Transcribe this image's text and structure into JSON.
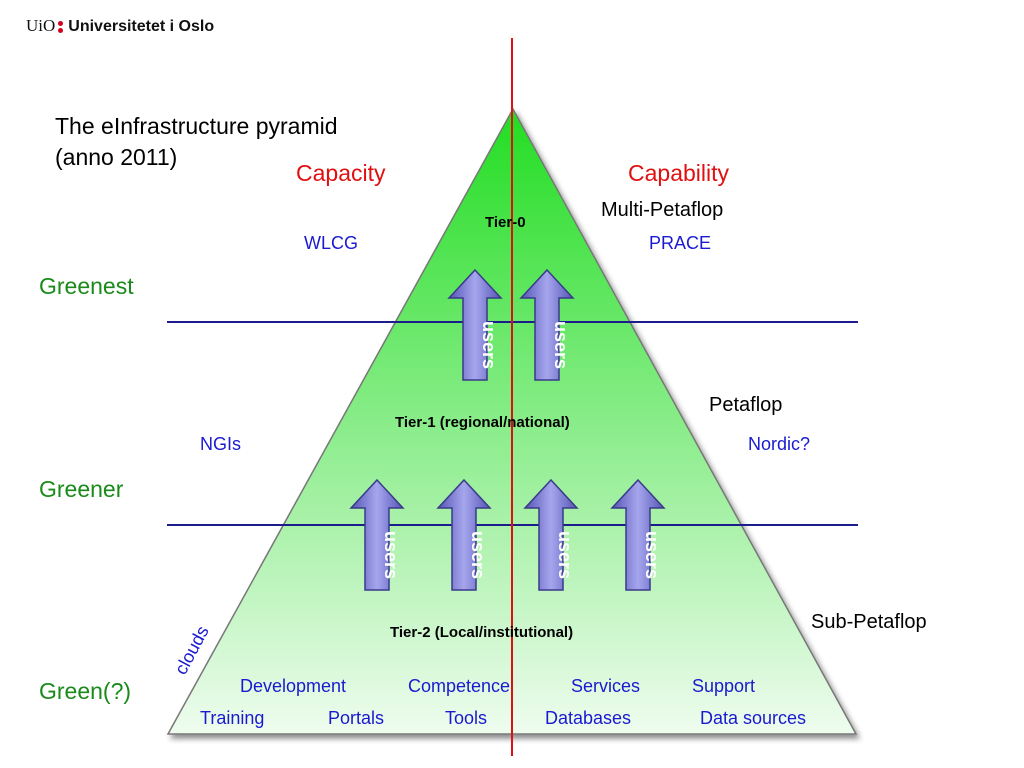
{
  "logo": {
    "uio": "UiO",
    "name": "Universitetet i Oslo"
  },
  "title_line1": "The eInfrastructure pyramid",
  "title_line2": "(anno 2011)",
  "headers": {
    "capacity": "Capacity",
    "capability": "Capability"
  },
  "levels": {
    "greenest": "Greenest",
    "greener": "Greener",
    "green": "Green(?)"
  },
  "tiers": {
    "tier0": "Tier-0",
    "tier1": "Tier-1 (regional/national)",
    "tier2": "Tier-2 (Local/institutional)"
  },
  "left_labels": {
    "wlcg": "WLCG",
    "ngis": "NGIs",
    "clouds": "clouds"
  },
  "right_labels": {
    "multi_petaflop": "Multi-Petaflop",
    "prace": "PRACE",
    "petaflop": "Petaflop",
    "nordic": "Nordic?",
    "sub_petaflop": "Sub-Petaflop"
  },
  "base_row1": [
    "Development",
    "Competence",
    "Services",
    "Support"
  ],
  "base_row2": [
    "Training",
    "Portals",
    "Tools",
    "Databases",
    "Data sources"
  ],
  "arrow_label": "users",
  "colors": {
    "pyramid_top": "#22dd22",
    "pyramid_bottom": "#effcef",
    "divider": "#1c1c8c",
    "axis": "#dd1111",
    "arrow": "#7f7fd6"
  }
}
